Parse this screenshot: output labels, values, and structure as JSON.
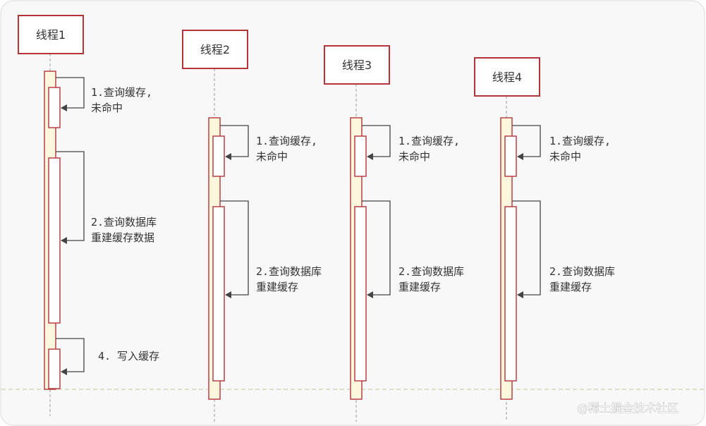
{
  "diagram": {
    "threads": [
      {
        "id": "t1",
        "label": "线程1",
        "messages": [
          {
            "lines": [
              "1.查询缓存,",
              " 未命中"
            ]
          },
          {
            "lines": [
              "2.查询数据库",
              " 重建缓存数据"
            ]
          },
          {
            "lines": [
              "4. 写入缓存"
            ]
          }
        ]
      },
      {
        "id": "t2",
        "label": "线程2",
        "messages": [
          {
            "lines": [
              "1.查询缓存,",
              " 未命中"
            ]
          },
          {
            "lines": [
              "2.查询数据库",
              " 重建缓存"
            ]
          }
        ]
      },
      {
        "id": "t3",
        "label": "线程3",
        "messages": [
          {
            "lines": [
              "1.查询缓存,",
              " 未命中"
            ]
          },
          {
            "lines": [
              "2.查询数据库",
              " 重建缓存"
            ]
          }
        ]
      },
      {
        "id": "t4",
        "label": "线程4",
        "messages": [
          {
            "lines": [
              "1.查询缓存,",
              " 未命中"
            ]
          },
          {
            "lines": [
              "2.查询数据库",
              " 重建缓存"
            ]
          }
        ]
      }
    ]
  },
  "watermark": "@稀土掘金技术社区",
  "colors": {
    "box_border": "#b5333a",
    "activation_fill": "#fef7dd",
    "arrow": "#444444",
    "text": "#333333",
    "baseline": "#b6c89a"
  }
}
